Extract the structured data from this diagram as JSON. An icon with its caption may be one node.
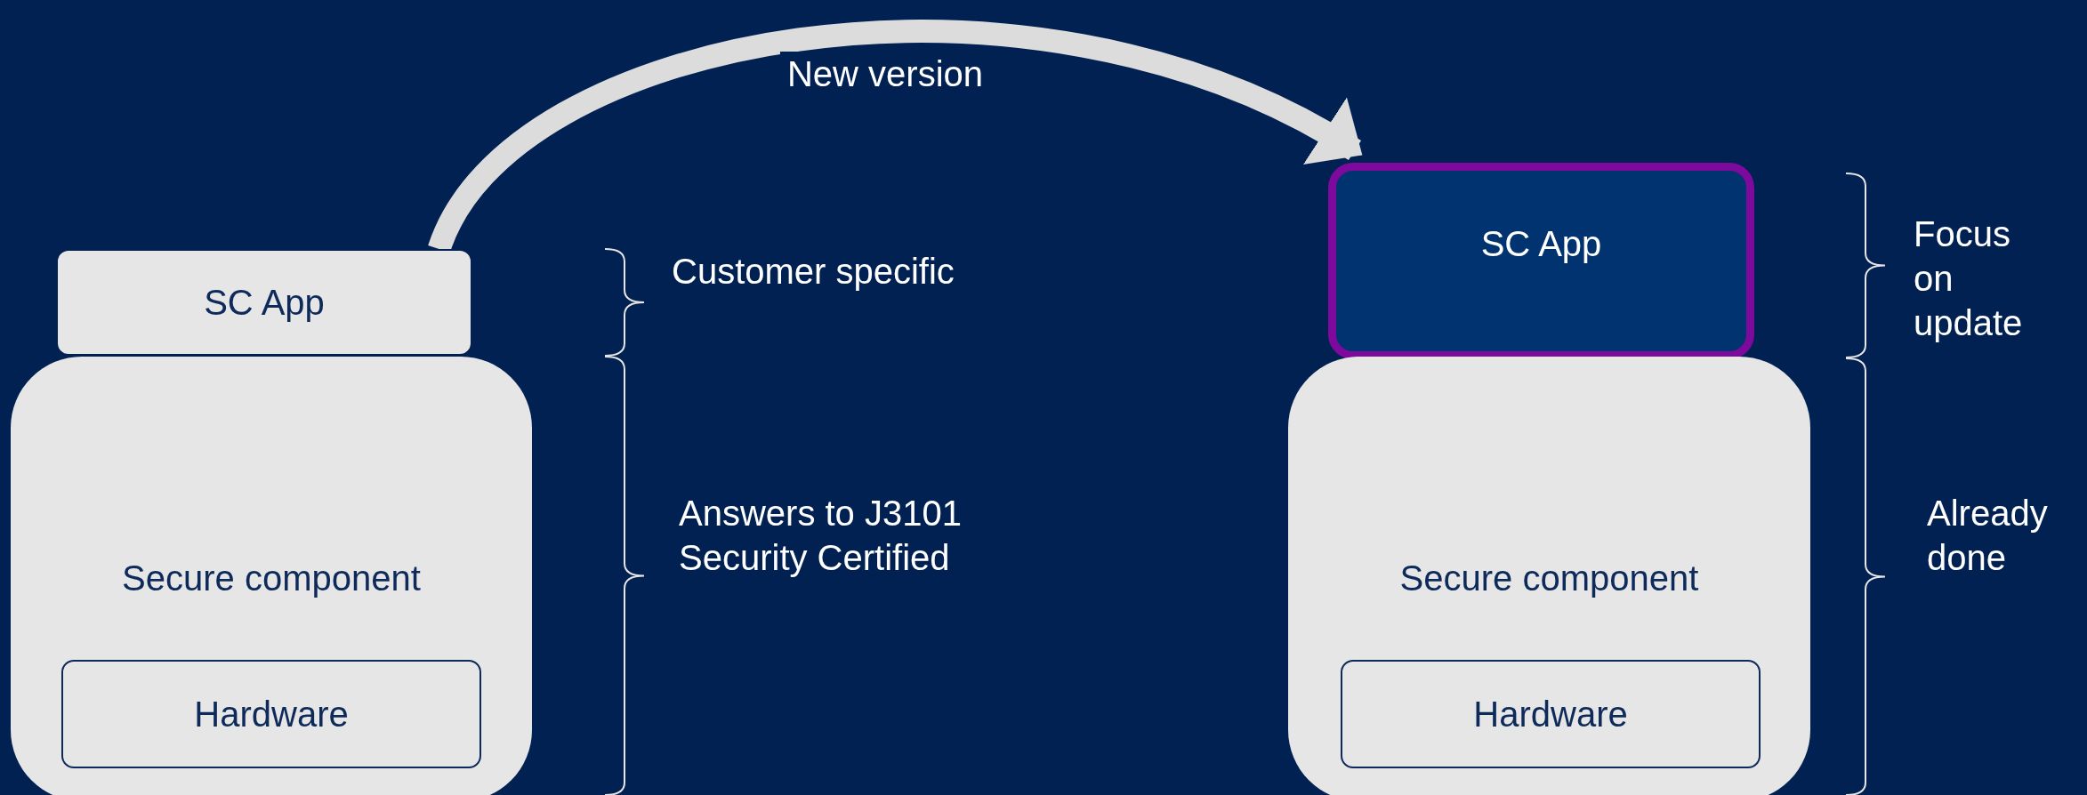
{
  "diagram": {
    "nodes": [
      {
        "text": [
          "SC App"
        ]
      },
      {
        "text": [
          "Secure component"
        ]
      },
      {
        "text": [
          "Hardware"
        ],
        "in": 1
      },
      {
        "text": [
          "SC App"
        ]
      },
      {
        "text": [
          "Secure component"
        ]
      },
      {
        "text": [
          "Hardware"
        ],
        "in": 4
      }
    ],
    "edges": [
      {
        "from": 0,
        "to": 3,
        "arrow": "to",
        "label": "New version"
      }
    ],
    "labels": [
      "Customer specific",
      "Answers to J3101 Security Certified",
      "Focus on update",
      "Already done"
    ]
  }
}
